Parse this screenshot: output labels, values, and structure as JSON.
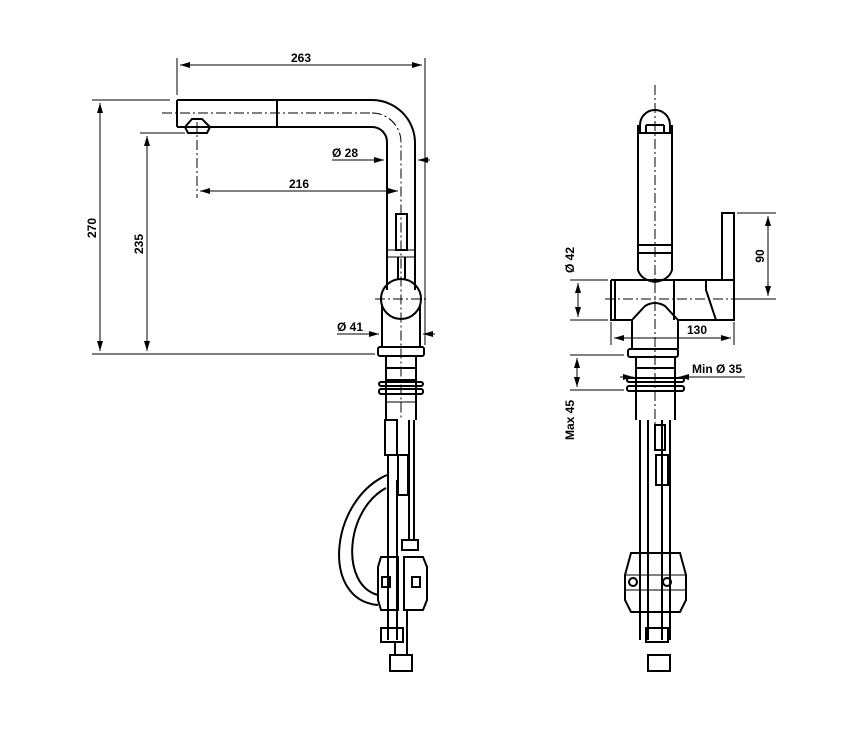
{
  "drawing": {
    "side_view": {
      "overall_width": "263",
      "overall_height": "270",
      "spout_height": "235",
      "spout_reach": "216",
      "spout_diameter": "Ø 28",
      "body_diameter": "Ø 41"
    },
    "front_view": {
      "body_diameter": "Ø 42",
      "lever_height": "90",
      "body_width": "130",
      "hole_diameter": "Min Ø 35",
      "max_deck_thickness": "Max 45"
    }
  }
}
